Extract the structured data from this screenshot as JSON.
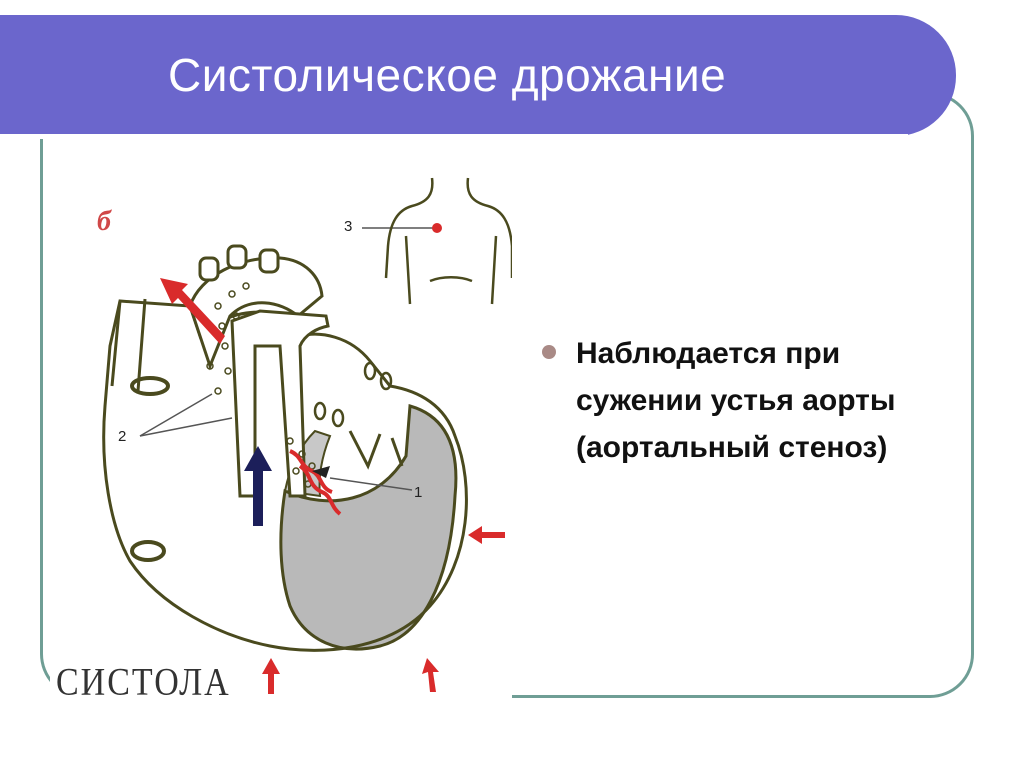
{
  "slide": {
    "title": "Систолическое дрожание",
    "bullets": [
      {
        "text": "Наблюдается при\nсужении устья аорты\n(аортальный стеноз)"
      }
    ]
  },
  "figure": {
    "letter": "б",
    "caption": "СИСТОЛА",
    "labels": {
      "one": "1",
      "two": "2",
      "three": "3"
    }
  },
  "colors": {
    "title_band": "#6b66cc",
    "frame_border": "#6f9e95",
    "arrow_red": "#d92b2b",
    "arrow_dark": "#1c1f5a",
    "myocardium": "#b9b9b9",
    "bullet": "#a98a86"
  }
}
